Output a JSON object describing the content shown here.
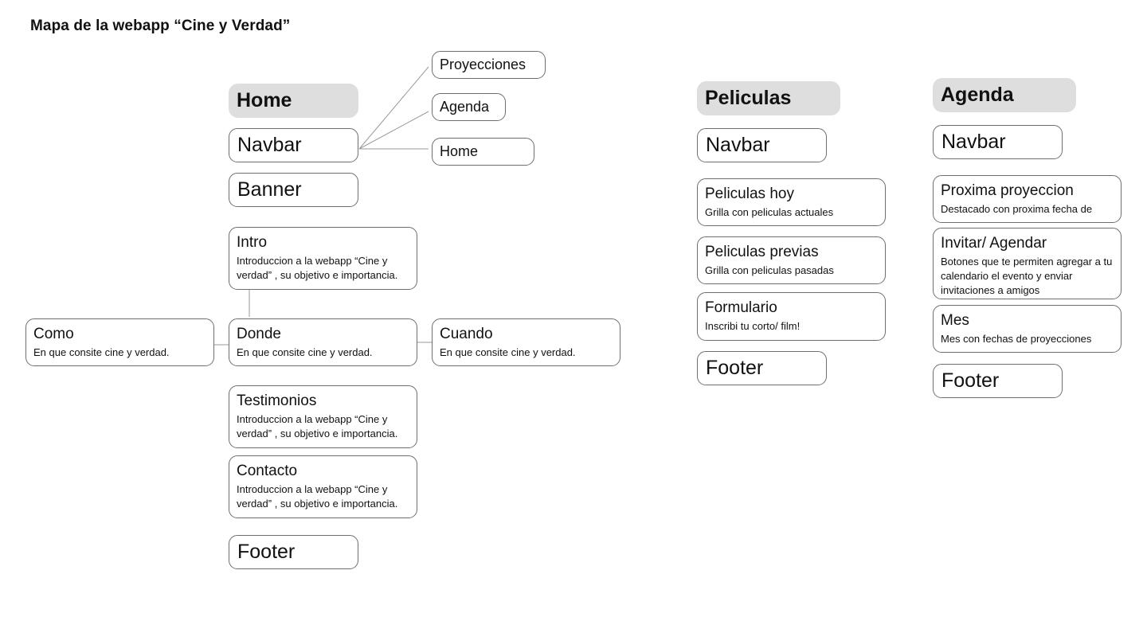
{
  "title": "Mapa de la webapp “Cine y Verdad”",
  "home": {
    "header": "Home",
    "navbar": "Navbar",
    "navbar_links": [
      "Proyecciones",
      "Agenda",
      "Home"
    ],
    "banner": "Banner",
    "intro": {
      "title": "Intro",
      "desc": "Introduccion a la webapp “Cine y verdad” , su objetivo e importancia."
    },
    "como": {
      "title": "Como",
      "desc": "En que consite cine y verdad."
    },
    "donde": {
      "title": "Donde",
      "desc": "En que consite cine y verdad."
    },
    "cuando": {
      "title": "Cuando",
      "desc": "En que consite cine y verdad."
    },
    "testimonios": {
      "title": "Testimonios",
      "desc": "Introduccion a la webapp “Cine y verdad” , su objetivo e importancia."
    },
    "contacto": {
      "title": "Contacto",
      "desc": "Introduccion a la webapp “Cine y verdad” , su objetivo e importancia."
    },
    "footer": "Footer"
  },
  "peliculas": {
    "header": "Peliculas",
    "navbar": "Navbar",
    "hoy": {
      "title": "Peliculas hoy",
      "desc": "Grilla con peliculas actuales"
    },
    "previas": {
      "title": "Peliculas previas",
      "desc": "Grilla con peliculas pasadas"
    },
    "formulario": {
      "title": "Formulario",
      "desc": "Inscribi tu corto/ film!"
    },
    "footer": "Footer"
  },
  "agenda": {
    "header": "Agenda",
    "navbar": "Navbar",
    "proxima": {
      "title": "Proxima proyeccion",
      "desc": "Destacado con proxima fecha de"
    },
    "invitar": {
      "title": "Invitar/ Agendar",
      "desc": "Botones que te permiten agregar a tu calendario el evento y enviar invitaciones a amigos"
    },
    "mes": {
      "title": "Mes",
      "desc": "Mes con fechas de proyecciones"
    },
    "footer": "Footer"
  }
}
